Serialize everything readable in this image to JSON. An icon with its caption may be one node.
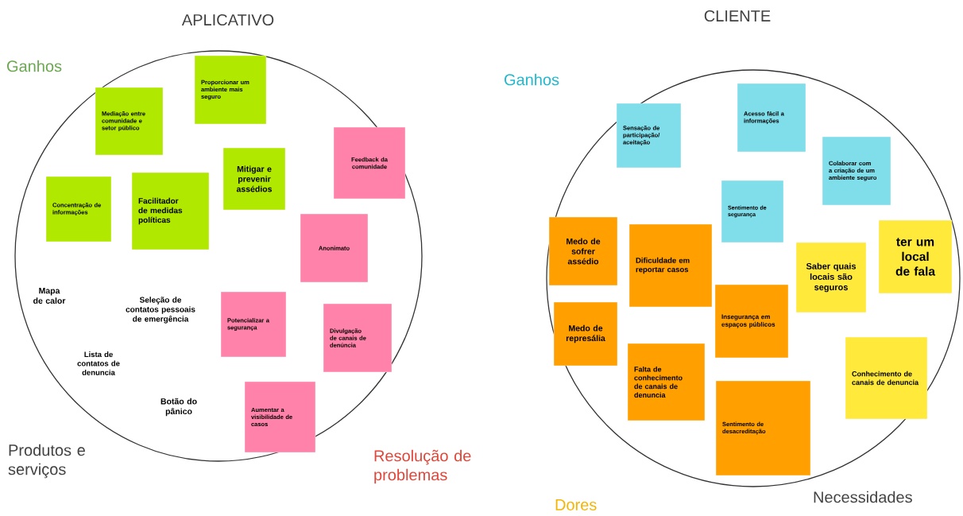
{
  "diagram": {
    "nodes": [
      {
        "text": [
          "APLICATIVO"
        ]
      },
      {
        "text": [
          "Proporcionar um ambiente mais seguro"
        ],
        "in": 0
      },
      {
        "text": [
          "Mediação entre comunidade e setor público"
        ],
        "in": 0
      },
      {
        "text": [
          "Feedback da comunidade"
        ],
        "in": 0
      },
      {
        "text": [
          "Mitigar e prevenir assédios"
        ],
        "in": 0
      },
      {
        "text": [
          "Facilitador de medidas políticas"
        ],
        "in": 0
      },
      {
        "text": [
          "Concentração de informações"
        ],
        "in": 0
      },
      {
        "text": [
          "Anonimato"
        ],
        "in": 0
      },
      {
        "text": [
          "Potencializar a segurança"
        ],
        "in": 0
      },
      {
        "text": [
          "Divulgação de canais de denúncia"
        ],
        "in": 0
      },
      {
        "text": [
          "Aumentar a visibilidade de casos"
        ],
        "in": 0
      },
      {
        "text": [
          "CLIENTE"
        ]
      },
      {
        "text": [
          "Acesso fácil a informações"
        ],
        "in": 11
      },
      {
        "text": [
          "Sensação de participação/ aceitação"
        ],
        "in": 11
      },
      {
        "text": [
          "Colaborar com a criação de um ambiente seguro"
        ],
        "in": 11
      },
      {
        "text": [
          "Sentimento de segurança"
        ],
        "in": 11
      },
      {
        "text": [
          "Medo de sofrer assédio"
        ],
        "in": 11
      },
      {
        "text": [
          "ter um local de fala"
        ],
        "in": 11
      },
      {
        "text": [
          "Dificuldade em reportar casos"
        ],
        "in": 11
      },
      {
        "text": [
          "Saber quais locais são seguros"
        ],
        "in": 11
      },
      {
        "text": [
          "Insegurança em espaços públicos"
        ],
        "in": 11
      },
      {
        "text": [
          "Medo de represália"
        ],
        "in": 11
      },
      {
        "text": [
          "Conhecimento de canais de denuncia"
        ],
        "in": 11
      },
      {
        "text": [
          "Falta de conhecimento de canais de denuncia"
        ],
        "in": 11
      },
      {
        "text": [
          "Sentimento de desacreditação"
        ],
        "in": 11
      }
    ],
    "labels": [
      "Ganhos",
      "Ganhos",
      "Mapa de calor",
      "Seleção de contatos pessoais de emergência",
      "Lista de contatos de denuncia",
      "Botão do pânico",
      "Produtos e serviços",
      "Resolução de problemas",
      "Necessidades",
      "Dores"
    ]
  }
}
